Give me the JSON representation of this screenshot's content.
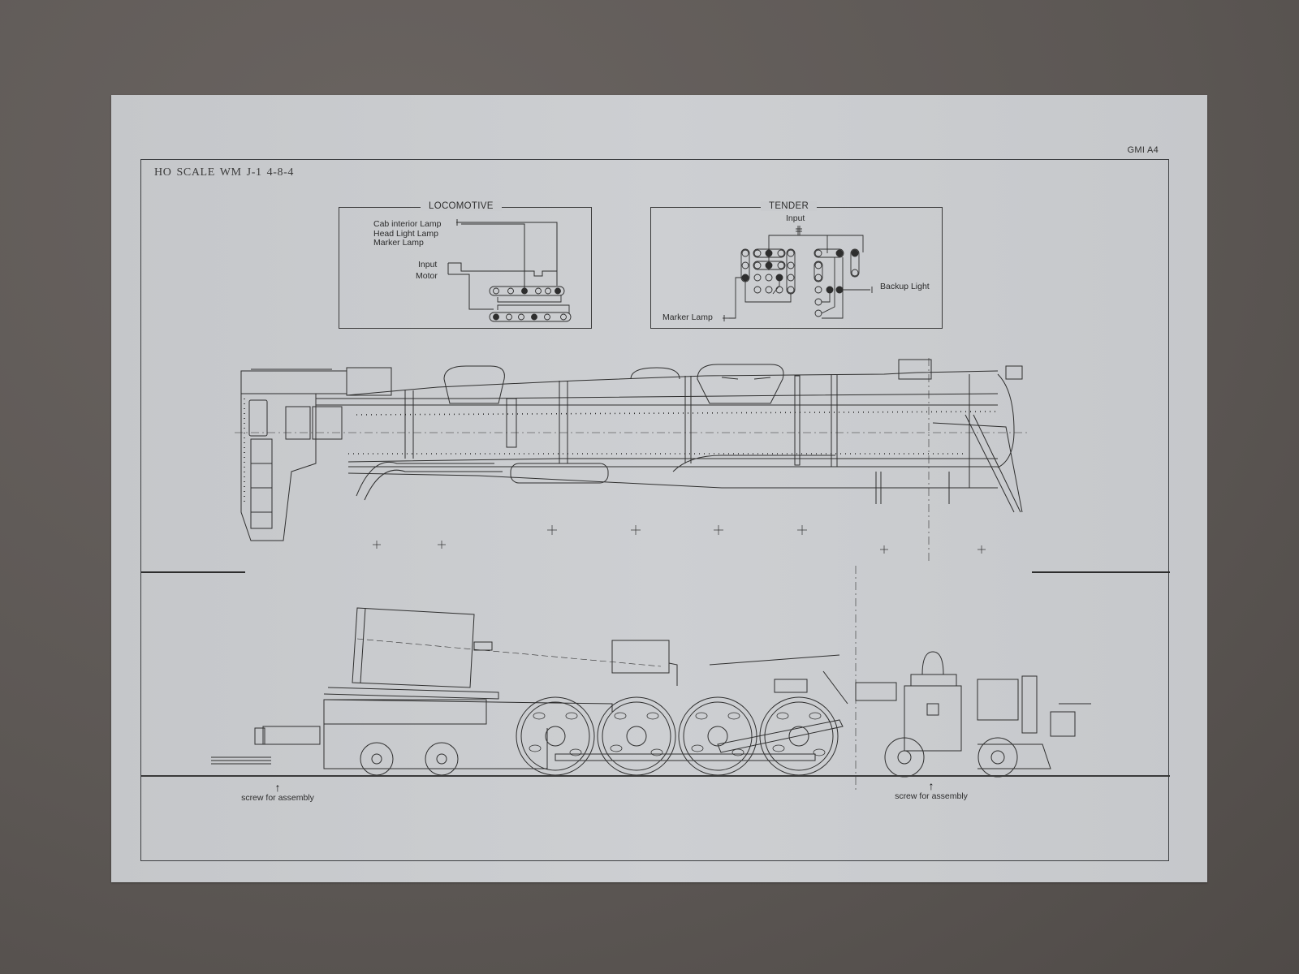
{
  "sheet": {
    "code": "GMI A4",
    "title": "HO SCALE WM  J-1 4-8-4",
    "colors": {
      "background": "#5f5a57",
      "paper": "#c9cbce",
      "ink": "#2d2d2d"
    }
  },
  "wiring": {
    "locomotive": {
      "heading": "LOCOMOTIVE",
      "labels": [
        "Cab interior Lamp",
        "Head Light Lamp",
        "Marker Lamp"
      ],
      "input_label": "Input",
      "motor_label": "Motor",
      "terminal_rows": [
        {
          "row": "top",
          "terminals": 6,
          "active": [
            3,
            6
          ]
        },
        {
          "row": "bottom",
          "terminals": 6,
          "active": [
            1,
            4
          ]
        }
      ]
    },
    "tender": {
      "heading": "TENDER",
      "input_label": "Input",
      "backup_label": "Backup Light",
      "marker_label": "Marker Lamp"
    }
  },
  "drawings": {
    "top_view": "locomotive-boiler-top-view",
    "side_view": "locomotive-chassis-side-view"
  },
  "annotations": {
    "left_screw": "screw for assembly",
    "right_screw": "screw for assembly"
  }
}
